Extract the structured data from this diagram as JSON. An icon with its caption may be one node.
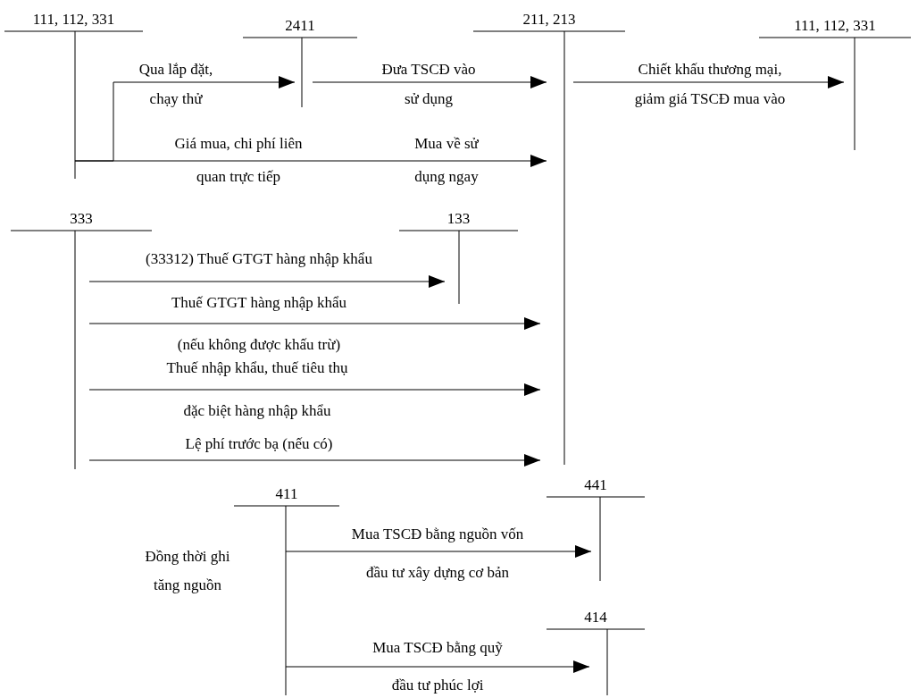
{
  "diagram": {
    "nodes": [
      {
        "text": [
          "111, 112, 331"
        ]
      },
      {
        "text": [
          "2411"
        ]
      },
      {
        "text": [
          "211, 213"
        ]
      },
      {
        "text": [
          "111, 112, 331"
        ]
      },
      {
        "text": [
          "333"
        ]
      },
      {
        "text": [
          "133"
        ]
      },
      {
        "text": [
          "411"
        ],
        "beside": [
          "Đồng thời ghi tăng nguồn"
        ]
      },
      {
        "text": [
          "441"
        ]
      },
      {
        "text": [
          "414"
        ]
      }
    ],
    "edges": [
      {
        "from": 0,
        "to": 1,
        "arrow": "to",
        "label": "Qua lắp đặt, chạy thử"
      },
      {
        "from": 1,
        "to": 2,
        "arrow": "to",
        "label": "Đưa TSCĐ vào sử dụng"
      },
      {
        "from": 2,
        "to": 3,
        "arrow": "to",
        "label": "Chiết khấu thương mại, giảm giá TSCĐ mua vào"
      },
      {
        "from": 0,
        "to": 2,
        "arrow": "to",
        "label": "Giá mua, chi phí liên quan trực tiếp"
      },
      {
        "from": 4,
        "to": 5,
        "arrow": "to",
        "label": "(33312) Thuế GTGT hàng nhập khẩu"
      },
      {
        "from": 4,
        "to": 2,
        "arrow": "to",
        "label": "Thuế GTGT hàng nhập khẩu (nếu không được khấu trừ)"
      },
      {
        "from": 4,
        "to": 2,
        "arrow": "to",
        "label": "Thuế nhập khẩu, thuế tiêu thụ đặc biệt hàng nhập khẩu"
      },
      {
        "from": 4,
        "to": 2,
        "arrow": "to",
        "label": "Lệ phí trước bạ (nếu có)"
      },
      {
        "from": 6,
        "to": 7,
        "arrow": "to",
        "label": "Mua TSCĐ bằng nguồn vốn đầu tư xây dựng cơ bản"
      },
      {
        "from": 6,
        "to": 8,
        "arrow": "to",
        "label": "Mua TSCĐ bằng quỹ đầu tư phúc lợi"
      }
    ],
    "labels": [
      "Mua về sử dụng ngay"
    ]
  }
}
